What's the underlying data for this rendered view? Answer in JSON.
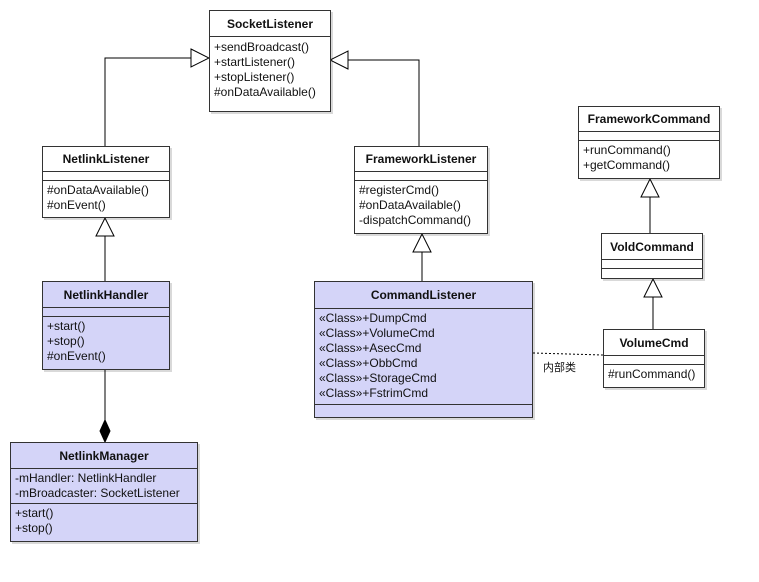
{
  "classes": {
    "socket_listener": {
      "name": "SocketListener",
      "attributes": [],
      "operations": [
        "+sendBroadcast()",
        "+startListener()",
        "+stopListener()",
        "#onDataAvailable()"
      ]
    },
    "netlink_listener": {
      "name": "NetlinkListener",
      "attributes": [],
      "operations": [
        "#onDataAvailable()",
        "#onEvent()"
      ]
    },
    "framework_listener": {
      "name": "FrameworkListener",
      "attributes": [],
      "operations": [
        "#registerCmd()",
        "#onDataAvailable()",
        "-dispatchCommand()"
      ]
    },
    "framework_command": {
      "name": "FrameworkCommand",
      "attributes": [],
      "operations": [
        "+runCommand()",
        "+getCommand()"
      ]
    },
    "netlink_handler": {
      "name": "NetlinkHandler",
      "attributes": [],
      "operations": [
        "+start()",
        "+stop()",
        "#onEvent()"
      ]
    },
    "command_listener": {
      "name": "CommandListener",
      "attributes": [
        "«Class»+DumpCmd",
        "«Class»+VolumeCmd",
        "«Class»+AsecCmd",
        "«Class»+ObbCmd",
        "«Class»+StorageCmd",
        "«Class»+FstrimCmd"
      ],
      "operations": []
    },
    "vold_command": {
      "name": "VoldCommand",
      "attributes": [],
      "operations": []
    },
    "volume_cmd": {
      "name": "VolumeCmd",
      "attributes": [],
      "operations": [
        "#runCommand()"
      ]
    },
    "netlink_manager": {
      "name": "NetlinkManager",
      "attributes": [
        "-mHandler: NetlinkHandler",
        "-mBroadcaster: SocketListener"
      ],
      "operations": [
        "+start()",
        "+stop()"
      ]
    }
  },
  "relations": {
    "inner_class_label": "内部类"
  }
}
